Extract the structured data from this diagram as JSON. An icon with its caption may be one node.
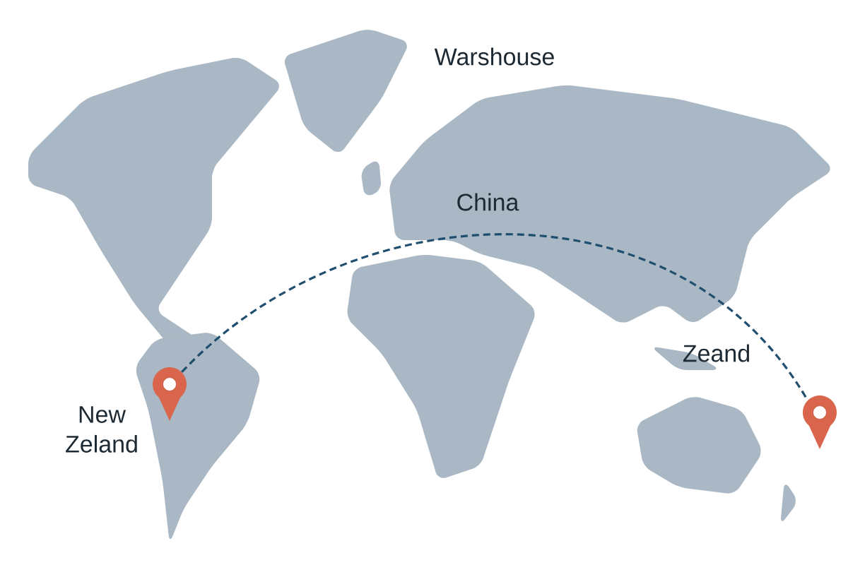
{
  "diagram": {
    "nodes": [
      {
        "text": [],
        "shape": "pin",
        "beside": [
          "New Zeland"
        ]
      },
      {
        "text": [],
        "shape": "pin",
        "beside": [
          "Zeand"
        ]
      }
    ],
    "edges": [
      {
        "from": 0,
        "to": 1,
        "arrow": "none",
        "style": "dashed"
      }
    ],
    "labels": [
      "Warshouse",
      "China"
    ]
  }
}
